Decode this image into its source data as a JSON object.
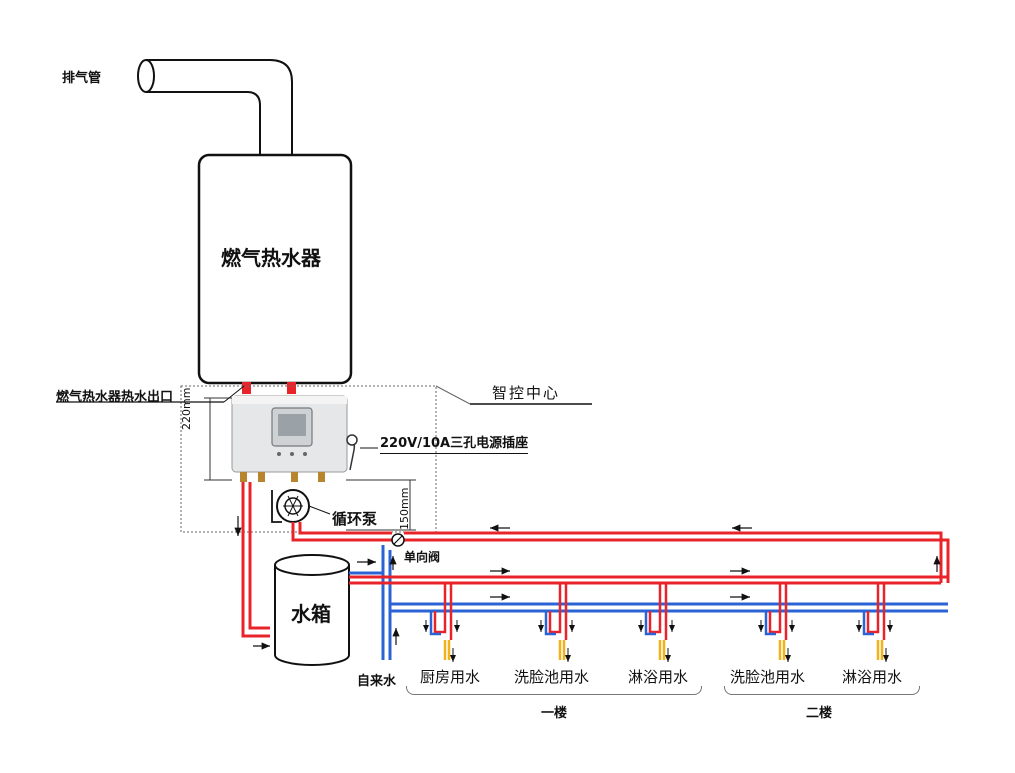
{
  "labels": {
    "exhaust_pipe": "排气管",
    "heater": "燃气热水器",
    "heater_outlet": "燃气热水器热水出口",
    "control_center": "智控中心",
    "power_socket": "220V/10A三孔电源插座",
    "dim_220": "220mm",
    "dim_150": "150mm",
    "pump": "循环泵",
    "check_valve": "单向阀",
    "tank": "水箱",
    "tap_water": "自来水",
    "kitchen": "厨房用水",
    "sink1": "洗脸池用水",
    "shower1": "淋浴用水",
    "sink2": "洗脸池用水",
    "shower2": "淋浴用水",
    "floor1": "一楼",
    "floor2": "二楼"
  },
  "colors": {
    "hot_pipe": "#e8242a",
    "cold_pipe": "#2a63d6",
    "tap_outlet": "#f2b318",
    "outline": "#111111"
  }
}
